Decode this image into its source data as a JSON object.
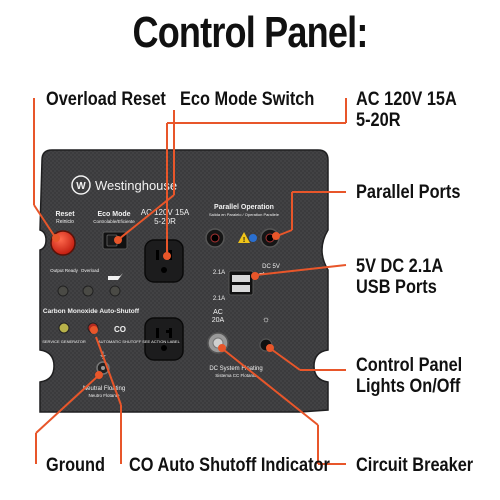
{
  "title": "Control Panel:",
  "callouts": {
    "overload_reset": "Overload Reset",
    "eco_mode_switch": "Eco Mode Switch",
    "ac_outlet_line1": "AC 120V 15A",
    "ac_outlet_line2": "5-20R",
    "parallel_ports": "Parallel Ports",
    "usb_line1": "5V DC 2.1A",
    "usb_line2": "USB Ports",
    "lights_line1": "Control Panel",
    "lights_line2": "Lights On/Off",
    "ground": "Ground",
    "co_indicator": "CO Auto Shutoff Indicator",
    "circuit_breaker": "Circuit Breaker"
  },
  "panel": {
    "brand": "Westinghouse",
    "reset_label": "Reset",
    "reset_sub": "Reinicio",
    "eco_label": "Eco Mode",
    "eco_sub": "Controlable/Eficiente",
    "ac_label_line1": "AC 120V 15A",
    "ac_label_line2": "5-20R",
    "parallel_label": "Parallel Operation",
    "parallel_sub": "Salida en Paralelo / Operation Parallele",
    "usb_2a_top": "2.1A",
    "usb_2a_bottom": "2.1A",
    "usb_dc": "DC 5V",
    "output_ready": "Output Ready",
    "overload": "Overload",
    "co_shutoff": "Carbon Monoxide Auto-Shutoff",
    "service_generator": "SERVICE GENERATOR",
    "autoshutoff": "AUTOMATIC SHUTOFF SEE ACTION LABEL",
    "neutral_floating": "Neutral Floating",
    "neutral_sub": "Neutro Flotante",
    "breaker_label_line1": "AC",
    "breaker_label_line2": "20A",
    "dc_floating": "DC System Floating",
    "dc_sub": "Sistema CC Flotante"
  },
  "colors": {
    "accent": "#e8562a",
    "panel": "#3a3a3c",
    "red_button": "#e0301e"
  }
}
